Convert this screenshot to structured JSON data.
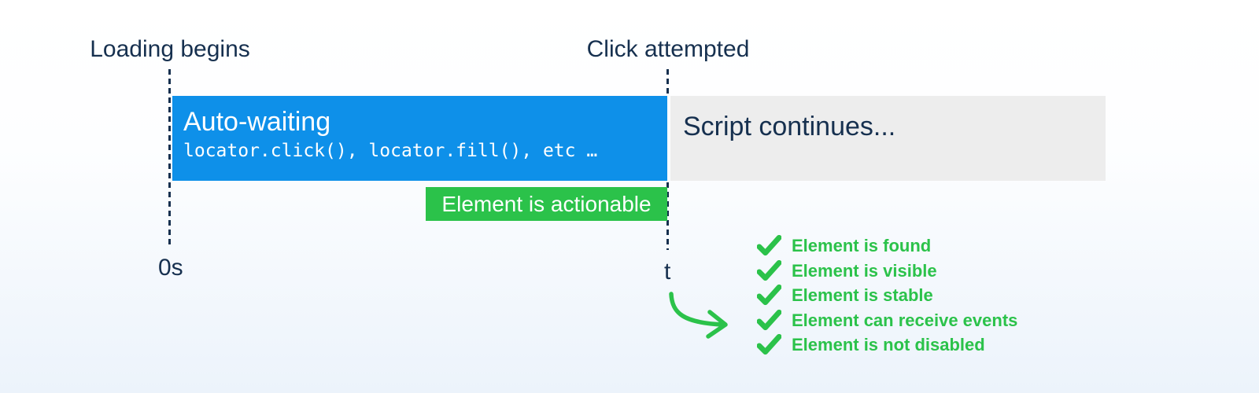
{
  "timeline": {
    "start_event": "Loading begins",
    "end_event": "Click attempted",
    "start_time": "0s",
    "end_time": "t"
  },
  "auto_waiting_bar": {
    "title": "Auto-waiting",
    "code": "locator.click(), locator.fill(), etc …"
  },
  "script_bar": {
    "title": "Script continues..."
  },
  "actionable_badge": {
    "label": "Element is actionable"
  },
  "checklist": {
    "items": [
      {
        "label": "Element is found"
      },
      {
        "label": "Element is visible"
      },
      {
        "label": "Element is stable"
      },
      {
        "label": "Element can receive events"
      },
      {
        "label": "Element is not disabled"
      }
    ]
  },
  "colors": {
    "bar_blue": "#0e90e9",
    "bar_gray": "#ededed",
    "green": "#2bc24a",
    "navy": "#16304f",
    "background_bottom": "#ecf3fb"
  }
}
